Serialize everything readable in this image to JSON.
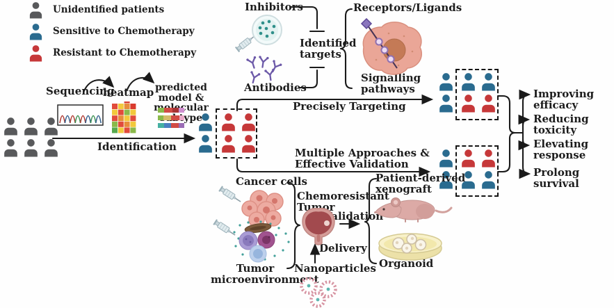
{
  "colors": {
    "unidentified": "#58595b",
    "sensitive": "#2a6b8f",
    "resistant": "#c63839",
    "line": "#1a1a1a"
  },
  "legend": {
    "items": [
      {
        "label": "Unidentified patients",
        "color_key": "unidentified"
      },
      {
        "label": "Sensitive to Chemotherapy",
        "color_key": "sensitive"
      },
      {
        "label": "Resistant to Chemotherapy",
        "color_key": "resistant"
      }
    ]
  },
  "flow": {
    "sequencing": "Sequencing",
    "heatmap": "heatmap",
    "predicted_model": "predicted model &\nmolecular subtype",
    "identification": "Identification"
  },
  "targeting": {
    "inhibitors": "Inhibitors",
    "antibodies": "Antibodies",
    "identified_targets": "Identified\ntargets",
    "receptors_ligands": "Receptors/Ligands",
    "signalling_pathways": "Signalling\npathways",
    "precisely_targeting": "Precisely Targeting"
  },
  "validation_branch": {
    "multiple_approaches": "Multiple Approaches &\nEffective Validation",
    "cancer_cells": "Cancer cells",
    "tumor_microenvironment": "Tumor\nmicroenvironment",
    "chemoresistant_tumor": "Chemoresistant\nTumor",
    "validation": "Validation",
    "delivery": "Delivery",
    "nanoparticles": "Nanoparticles",
    "patient_derived_xenograft": "Patient-derived\nxenograft",
    "organoid": "Organoid"
  },
  "outcomes": [
    "Improving efficacy",
    "Reducing toxicity",
    "Elevating response",
    "Prolong survival"
  ],
  "people": {
    "legend_keys": [
      "unidentified",
      "sensitive",
      "resistant"
    ],
    "source_group": [
      "unidentified",
      "unidentified",
      "unidentified",
      "unidentified",
      "unidentified",
      "unidentified"
    ],
    "mid_left": [
      "sensitive",
      "sensitive"
    ],
    "mid_box": [
      "resistant",
      "resistant",
      "resistant",
      "resistant"
    ],
    "top_left": [
      "sensitive",
      "sensitive"
    ],
    "top_box": [
      "sensitive",
      "sensitive",
      "resistant",
      "resistant"
    ],
    "bottom_left": [
      "sensitive",
      "sensitive"
    ],
    "bottom_box": [
      "resistant",
      "resistant",
      "sensitive",
      "sensitive"
    ]
  }
}
